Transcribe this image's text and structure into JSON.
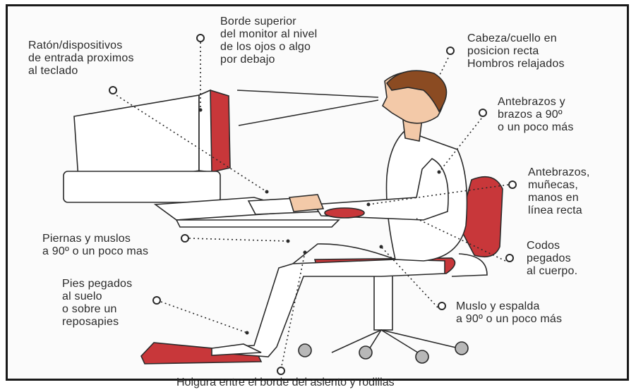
{
  "labels": {
    "mouse": "Ratón/dispositivos\nde entrada proximos\nal teclado",
    "monitor": "Borde superior\ndel monitor al nivel\nde los ojos o algo\npor debajo",
    "head": "Cabeza/cuello en\nposicion recta\nHombros relajados",
    "arms": "Antebrazos y\nbrazos a 90º\no un poco más",
    "wrists": "Antebrazos,\nmuñecas,\nmanos en\nlínea recta",
    "legs": "Piernas y muslos\na 90º o un poco mas",
    "elbows": "Codos\npegados\nal cuerpo.",
    "feet": "Pies pegados\nal suelo\no sobre un\nreposapies",
    "thigh": "Muslo y espalda\na 90º o un poco más",
    "clearance": "Holgura entre el borde del asiento y rodillas"
  },
  "colors": {
    "accent_red": "#c8373a",
    "outline": "#2a2a2a",
    "skin": "#f3c9a8",
    "hair": "#8b4b22"
  }
}
